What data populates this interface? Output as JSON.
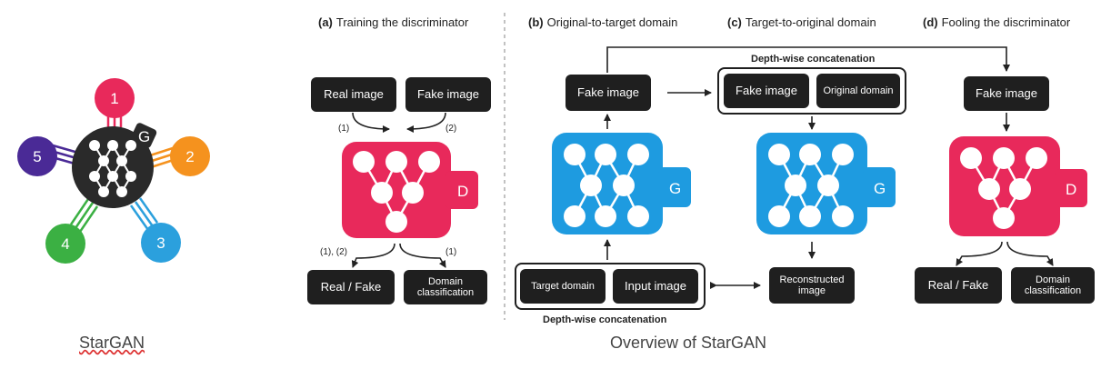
{
  "colors": {
    "discriminator": "#e8295b",
    "generator": "#1e9be0",
    "box": "#1f1f1f",
    "domain_1": "#e8295b",
    "domain_2": "#f5921e",
    "domain_3": "#2ba0dd",
    "domain_4": "#3bb043",
    "domain_5": "#4a2a96"
  },
  "star": {
    "hub_letter": "G",
    "domains": [
      "1",
      "2",
      "3",
      "4",
      "5"
    ],
    "caption": "StarGAN"
  },
  "panels": {
    "a": {
      "letter": "(a)",
      "title": "Training the discriminator",
      "real": "Real image",
      "fake": "Fake image",
      "in_label_1": "(1)",
      "in_label_2": "(2)",
      "net": "D",
      "out_label_1": "(1), (2)",
      "out_label_2": "(1)",
      "out_1": "Real / Fake",
      "out_2": "Domain classification"
    },
    "b": {
      "letter": "(b)",
      "title": "Original-to-target domain",
      "fake": "Fake image",
      "net": "G",
      "target": "Target domain",
      "input": "Input image",
      "concat": "Depth-wise concatenation"
    },
    "c": {
      "letter": "(c)",
      "title": "Target-to-original domain",
      "concat": "Depth-wise concatenation",
      "fake": "Fake image",
      "orig": "Original domain",
      "net": "G",
      "recon": "Reconstructed image"
    },
    "d": {
      "letter": "(d)",
      "title": "Fooling the discriminator",
      "fake": "Fake image",
      "net": "D",
      "out_1": "Real / Fake",
      "out_2": "Domain classification"
    }
  },
  "overview_caption": "Overview of StarGAN"
}
